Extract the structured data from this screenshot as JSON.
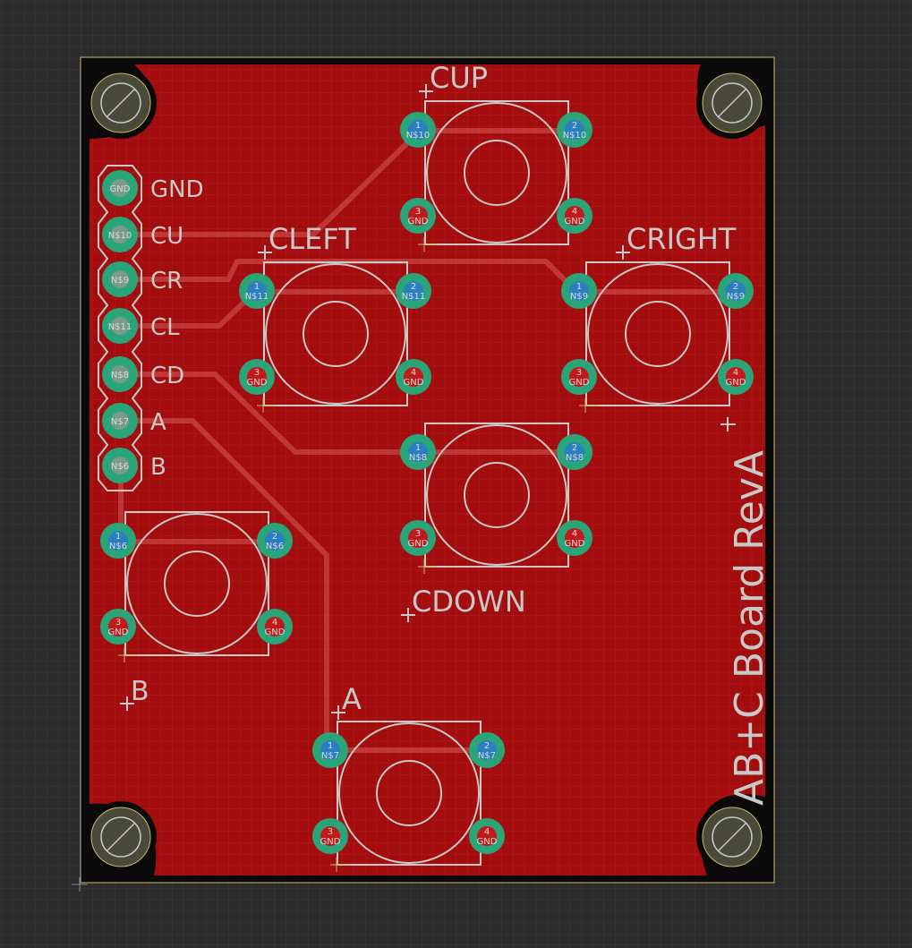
{
  "board": {
    "title": "AB+C Board RevA",
    "colors": {
      "background": "#2b2b2b",
      "grid": "#3a3a3a",
      "copper_pour": "#a30d0d",
      "board_outline": "#c9b866",
      "pad_ring": "#2aa57a",
      "pad_drill": "#c21a1a",
      "via": "#2a7fc1",
      "silkscreen": "#c8c8c8",
      "trace": "#d65a5a"
    }
  },
  "header": {
    "labels": [
      "GND",
      "CU",
      "CR",
      "CL",
      "CD",
      "A",
      "B"
    ],
    "pad_names": [
      "GND",
      "N$10",
      "N$9",
      "N$11",
      "N$8",
      "N$7",
      "N$6"
    ]
  },
  "buttons": [
    {
      "ref": "CUP",
      "pads": [
        {
          "num": "1",
          "net": "N$10"
        },
        {
          "num": "2",
          "net": "N$10"
        },
        {
          "num": "3",
          "net": "GND"
        },
        {
          "num": "4",
          "net": "GND"
        }
      ]
    },
    {
      "ref": "CLEFT",
      "pads": [
        {
          "num": "1",
          "net": "N$11"
        },
        {
          "num": "2",
          "net": "N$11"
        },
        {
          "num": "3",
          "net": "GND"
        },
        {
          "num": "4",
          "net": "GND"
        }
      ]
    },
    {
      "ref": "CRIGHT",
      "pads": [
        {
          "num": "1",
          "net": "N$9"
        },
        {
          "num": "2",
          "net": "N$9"
        },
        {
          "num": "3",
          "net": "GND"
        },
        {
          "num": "4",
          "net": "GND"
        }
      ]
    },
    {
      "ref": "CDOWN",
      "pads": [
        {
          "num": "1",
          "net": "N$8"
        },
        {
          "num": "2",
          "net": "N$8"
        },
        {
          "num": "3",
          "net": "GND"
        },
        {
          "num": "4",
          "net": "GND"
        }
      ]
    },
    {
      "ref": "B",
      "pads": [
        {
          "num": "1",
          "net": "N$6"
        },
        {
          "num": "2",
          "net": "N$6"
        },
        {
          "num": "3",
          "net": "GND"
        },
        {
          "num": "4",
          "net": "GND"
        }
      ]
    },
    {
      "ref": "A",
      "pads": [
        {
          "num": "1",
          "net": "N$7"
        },
        {
          "num": "2",
          "net": "N$7"
        },
        {
          "num": "3",
          "net": "GND"
        },
        {
          "num": "4",
          "net": "GND"
        }
      ]
    }
  ]
}
